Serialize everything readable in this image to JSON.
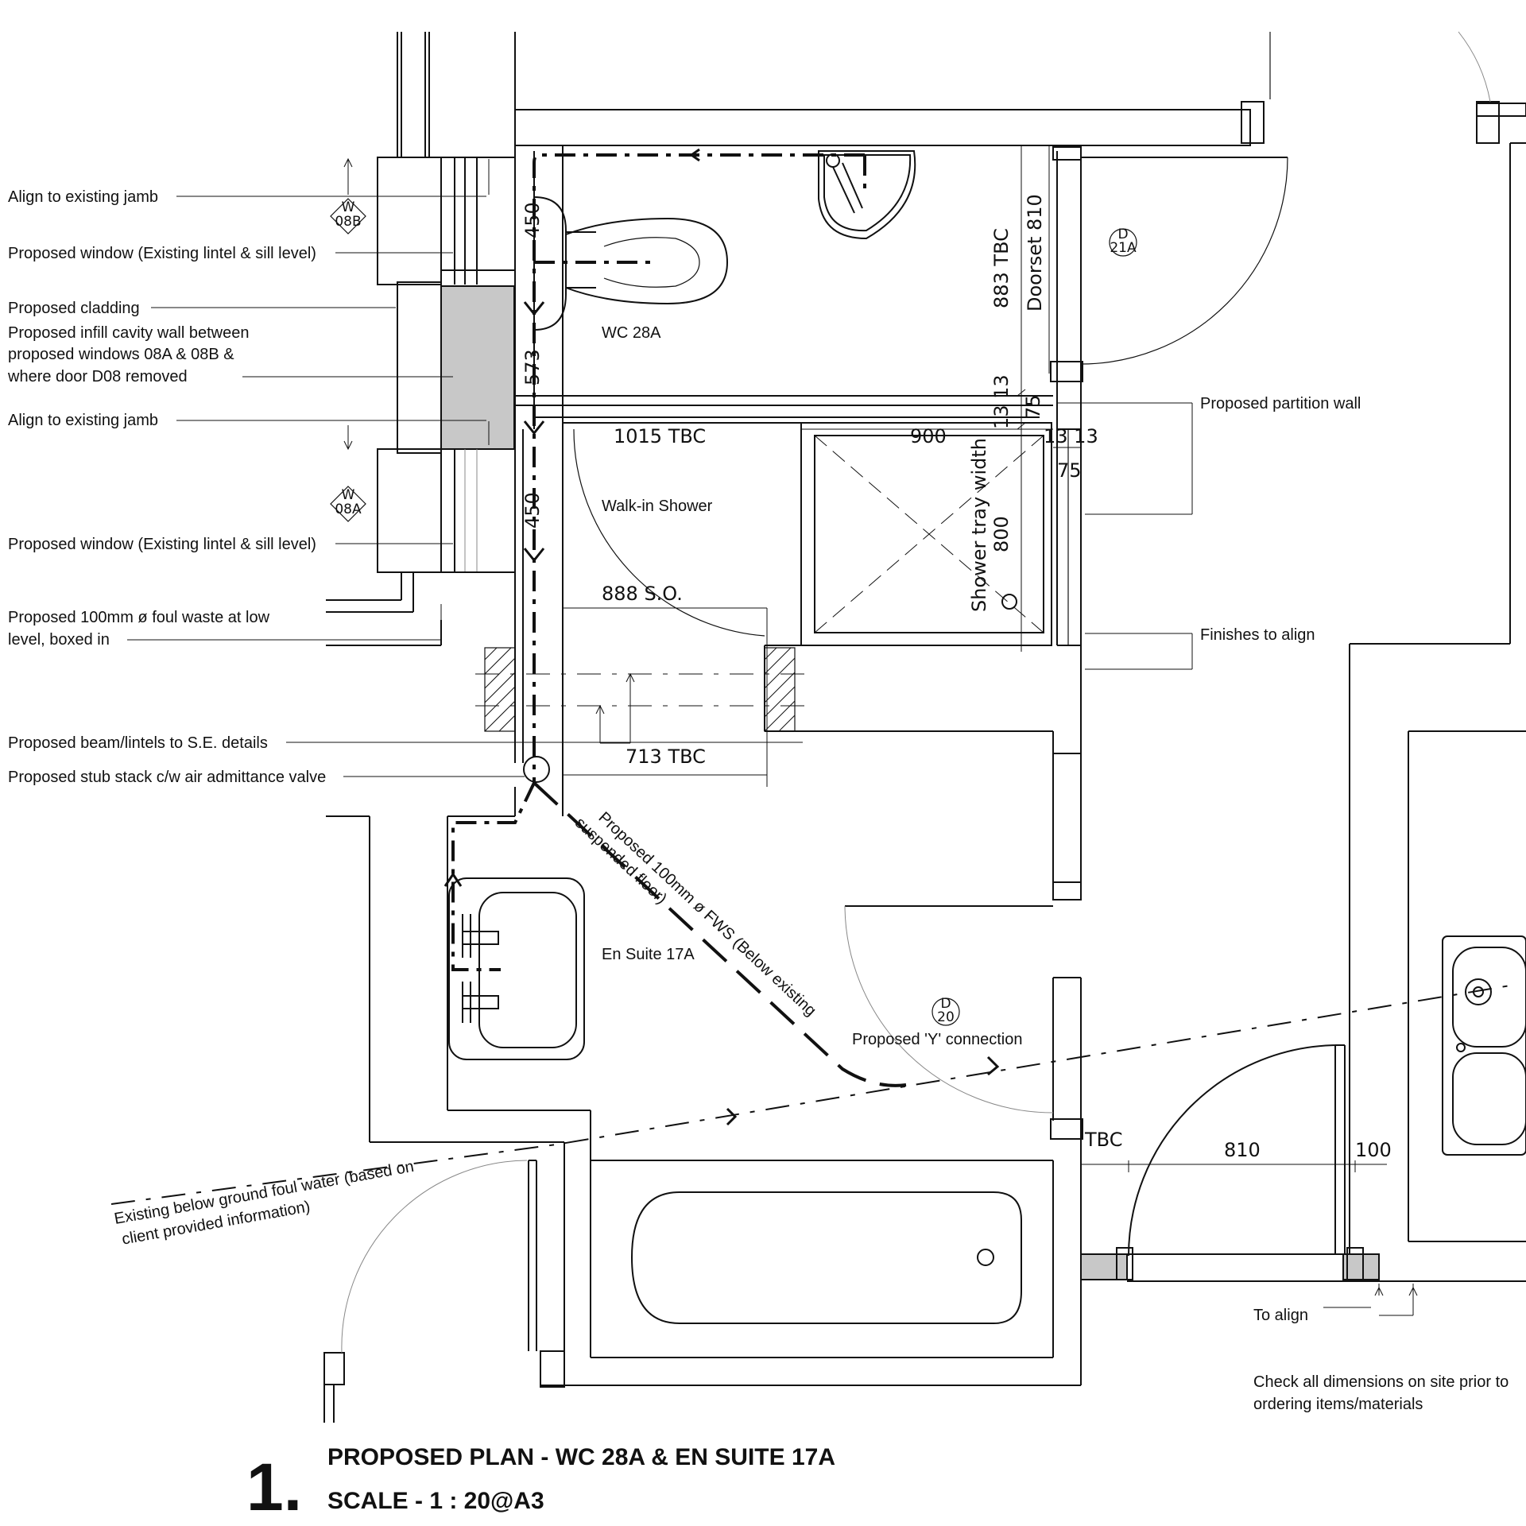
{
  "labels": {
    "align_jamb_top": "Align to existing jamb",
    "window_08b": "Proposed window (Existing lintel & sill level)",
    "cladding": "Proposed cladding",
    "infill_1": "Proposed infill cavity wall between",
    "infill_2": "proposed windows 08A & 08B &",
    "infill_3": "where door D08 removed",
    "align_jamb_bottom": "Align to existing jamb",
    "window_08a": "Proposed window (Existing lintel & sill level)",
    "foul_1": "Proposed 100mm ø foul waste at low",
    "foul_2": "level, boxed in",
    "beam": "Proposed beam/lintels to S.E. details",
    "stub_stack": "Proposed stub stack c/w air admittance valve",
    "partition": "Proposed partition wall",
    "finishes": "Finishes to align",
    "to_align": "To align",
    "check_1": "Check all dimensions on site prior to",
    "check_2": "ordering items/materials",
    "existing_foul_1": "Existing below ground foul water (based on",
    "existing_foul_2": "client provided information)",
    "fws_1": "Proposed 100mm ø FWS (Below existing",
    "fws_2": "suspended floor)",
    "y_connection": "Proposed 'Y' connection"
  },
  "rooms": {
    "wc": "WC 28A",
    "shower": "Walk-in Shower",
    "ensuite": "En Suite 17A"
  },
  "tags": {
    "w08b": {
      "top": "W",
      "bottom": "08B"
    },
    "w08a": {
      "top": "W",
      "bottom": "08A"
    },
    "d21a": {
      "top": "D",
      "bottom": "21A"
    },
    "d20": {
      "top": "D",
      "bottom": "20"
    }
  },
  "dimensions": {
    "d450_top": "450",
    "d573": "573",
    "d450_bottom": "450",
    "d883": "883 TBC",
    "doorset": "Doorset 810",
    "d1313": "13 13",
    "d75_a": "75",
    "d1015": "1015 TBC",
    "d900": "900",
    "d13_13b": "13 13",
    "d75_b": "75",
    "tray_width": "Shower tray width",
    "d800": "800",
    "d888": "888 S.O.",
    "d713": "713 TBC",
    "tbc": "TBC",
    "d810": "810",
    "d100": "100"
  },
  "title": {
    "number": "1.",
    "line1": "PROPOSED PLAN - WC 28A & EN SUITE 17A",
    "line2": "SCALE -  1 : 20@A3"
  }
}
